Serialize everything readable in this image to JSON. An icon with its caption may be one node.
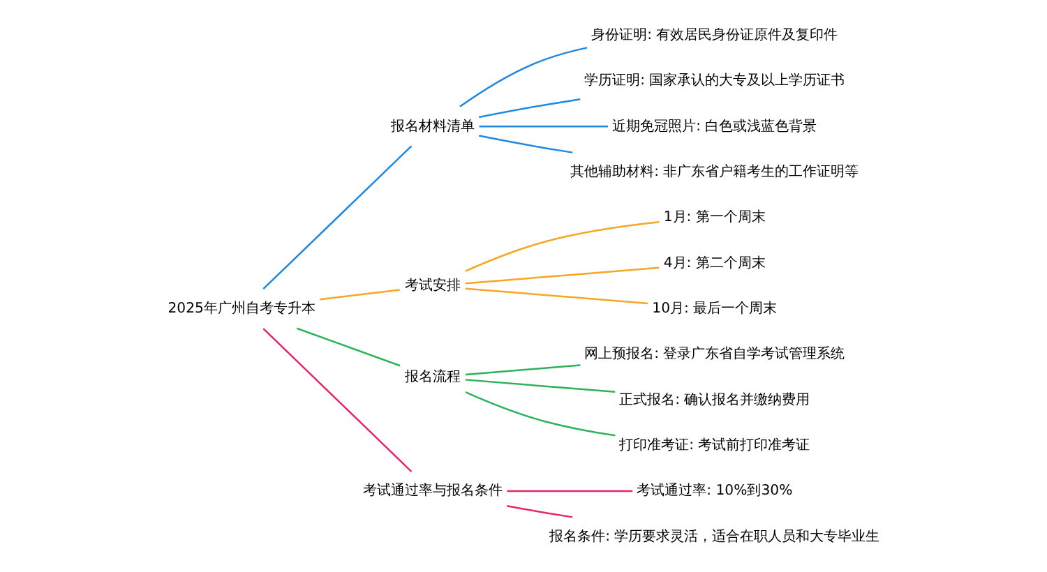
{
  "diagram": {
    "nodes": [
      {
        "text": [
          "2025年广州自考专升本"
        ]
      },
      {
        "text": [
          "报名材料清单"
        ]
      },
      {
        "text": [
          "身份证明: 有效居民身份证原件及复印件"
        ]
      },
      {
        "text": [
          "学历证明: 国家承认的大专及以上学历证书"
        ]
      },
      {
        "text": [
          "近期免冠照片: 白色或浅蓝色背景"
        ]
      },
      {
        "text": [
          "其他辅助材料: 非广东省户籍考生的工作证明等"
        ]
      },
      {
        "text": [
          "考试安排"
        ]
      },
      {
        "text": [
          "1月: 第一个周末"
        ]
      },
      {
        "text": [
          "4月: 第二个周末"
        ]
      },
      {
        "text": [
          "10月: 最后一个周末"
        ]
      },
      {
        "text": [
          "报名流程"
        ]
      },
      {
        "text": [
          "网上预报名: 登录广东省自学考试管理系统"
        ]
      },
      {
        "text": [
          "正式报名: 确认报名并缴纳费用"
        ]
      },
      {
        "text": [
          "打印准考证: 考试前打印准考证"
        ]
      },
      {
        "text": [
          "考试通过率与报名条件"
        ]
      },
      {
        "text": [
          "考试通过率: 10%到30%"
        ]
      },
      {
        "text": [
          "报名条件: 学历要求灵活，适合在职人员和大专毕业生"
        ]
      }
    ],
    "edges": [
      {
        "from": 0,
        "to": 1,
        "arrow": "none"
      },
      {
        "from": 1,
        "to": 2,
        "arrow": "none"
      },
      {
        "from": 1,
        "to": 3,
        "arrow": "none"
      },
      {
        "from": 1,
        "to": 4,
        "arrow": "none"
      },
      {
        "from": 1,
        "to": 5,
        "arrow": "none"
      },
      {
        "from": 0,
        "to": 6,
        "arrow": "none",
        "color": "#f5a623"
      },
      {
        "from": 6,
        "to": 7,
        "arrow": "none",
        "color": "#f5a623"
      },
      {
        "from": 6,
        "to": 8,
        "arrow": "none",
        "color": "#f5a623"
      },
      {
        "from": 6,
        "to": 9,
        "arrow": "none",
        "color": "#f5a623"
      },
      {
        "from": 0,
        "to": 10,
        "arrow": "none",
        "color": "#2bb35a"
      },
      {
        "from": 10,
        "to": 11,
        "arrow": "none",
        "color": "#2bb35a"
      },
      {
        "from": 10,
        "to": 12,
        "arrow": "none",
        "color": "#2bb35a"
      },
      {
        "from": 10,
        "to": 13,
        "arrow": "none",
        "color": "#2bb35a"
      },
      {
        "from": 0,
        "to": 14,
        "arrow": "none",
        "color": "#e8246b"
      },
      {
        "from": 14,
        "to": 15,
        "arrow": "none",
        "color": "#e8246b"
      },
      {
        "from": 14,
        "to": 16,
        "arrow": "none",
        "color": "#e8246b"
      }
    ]
  }
}
